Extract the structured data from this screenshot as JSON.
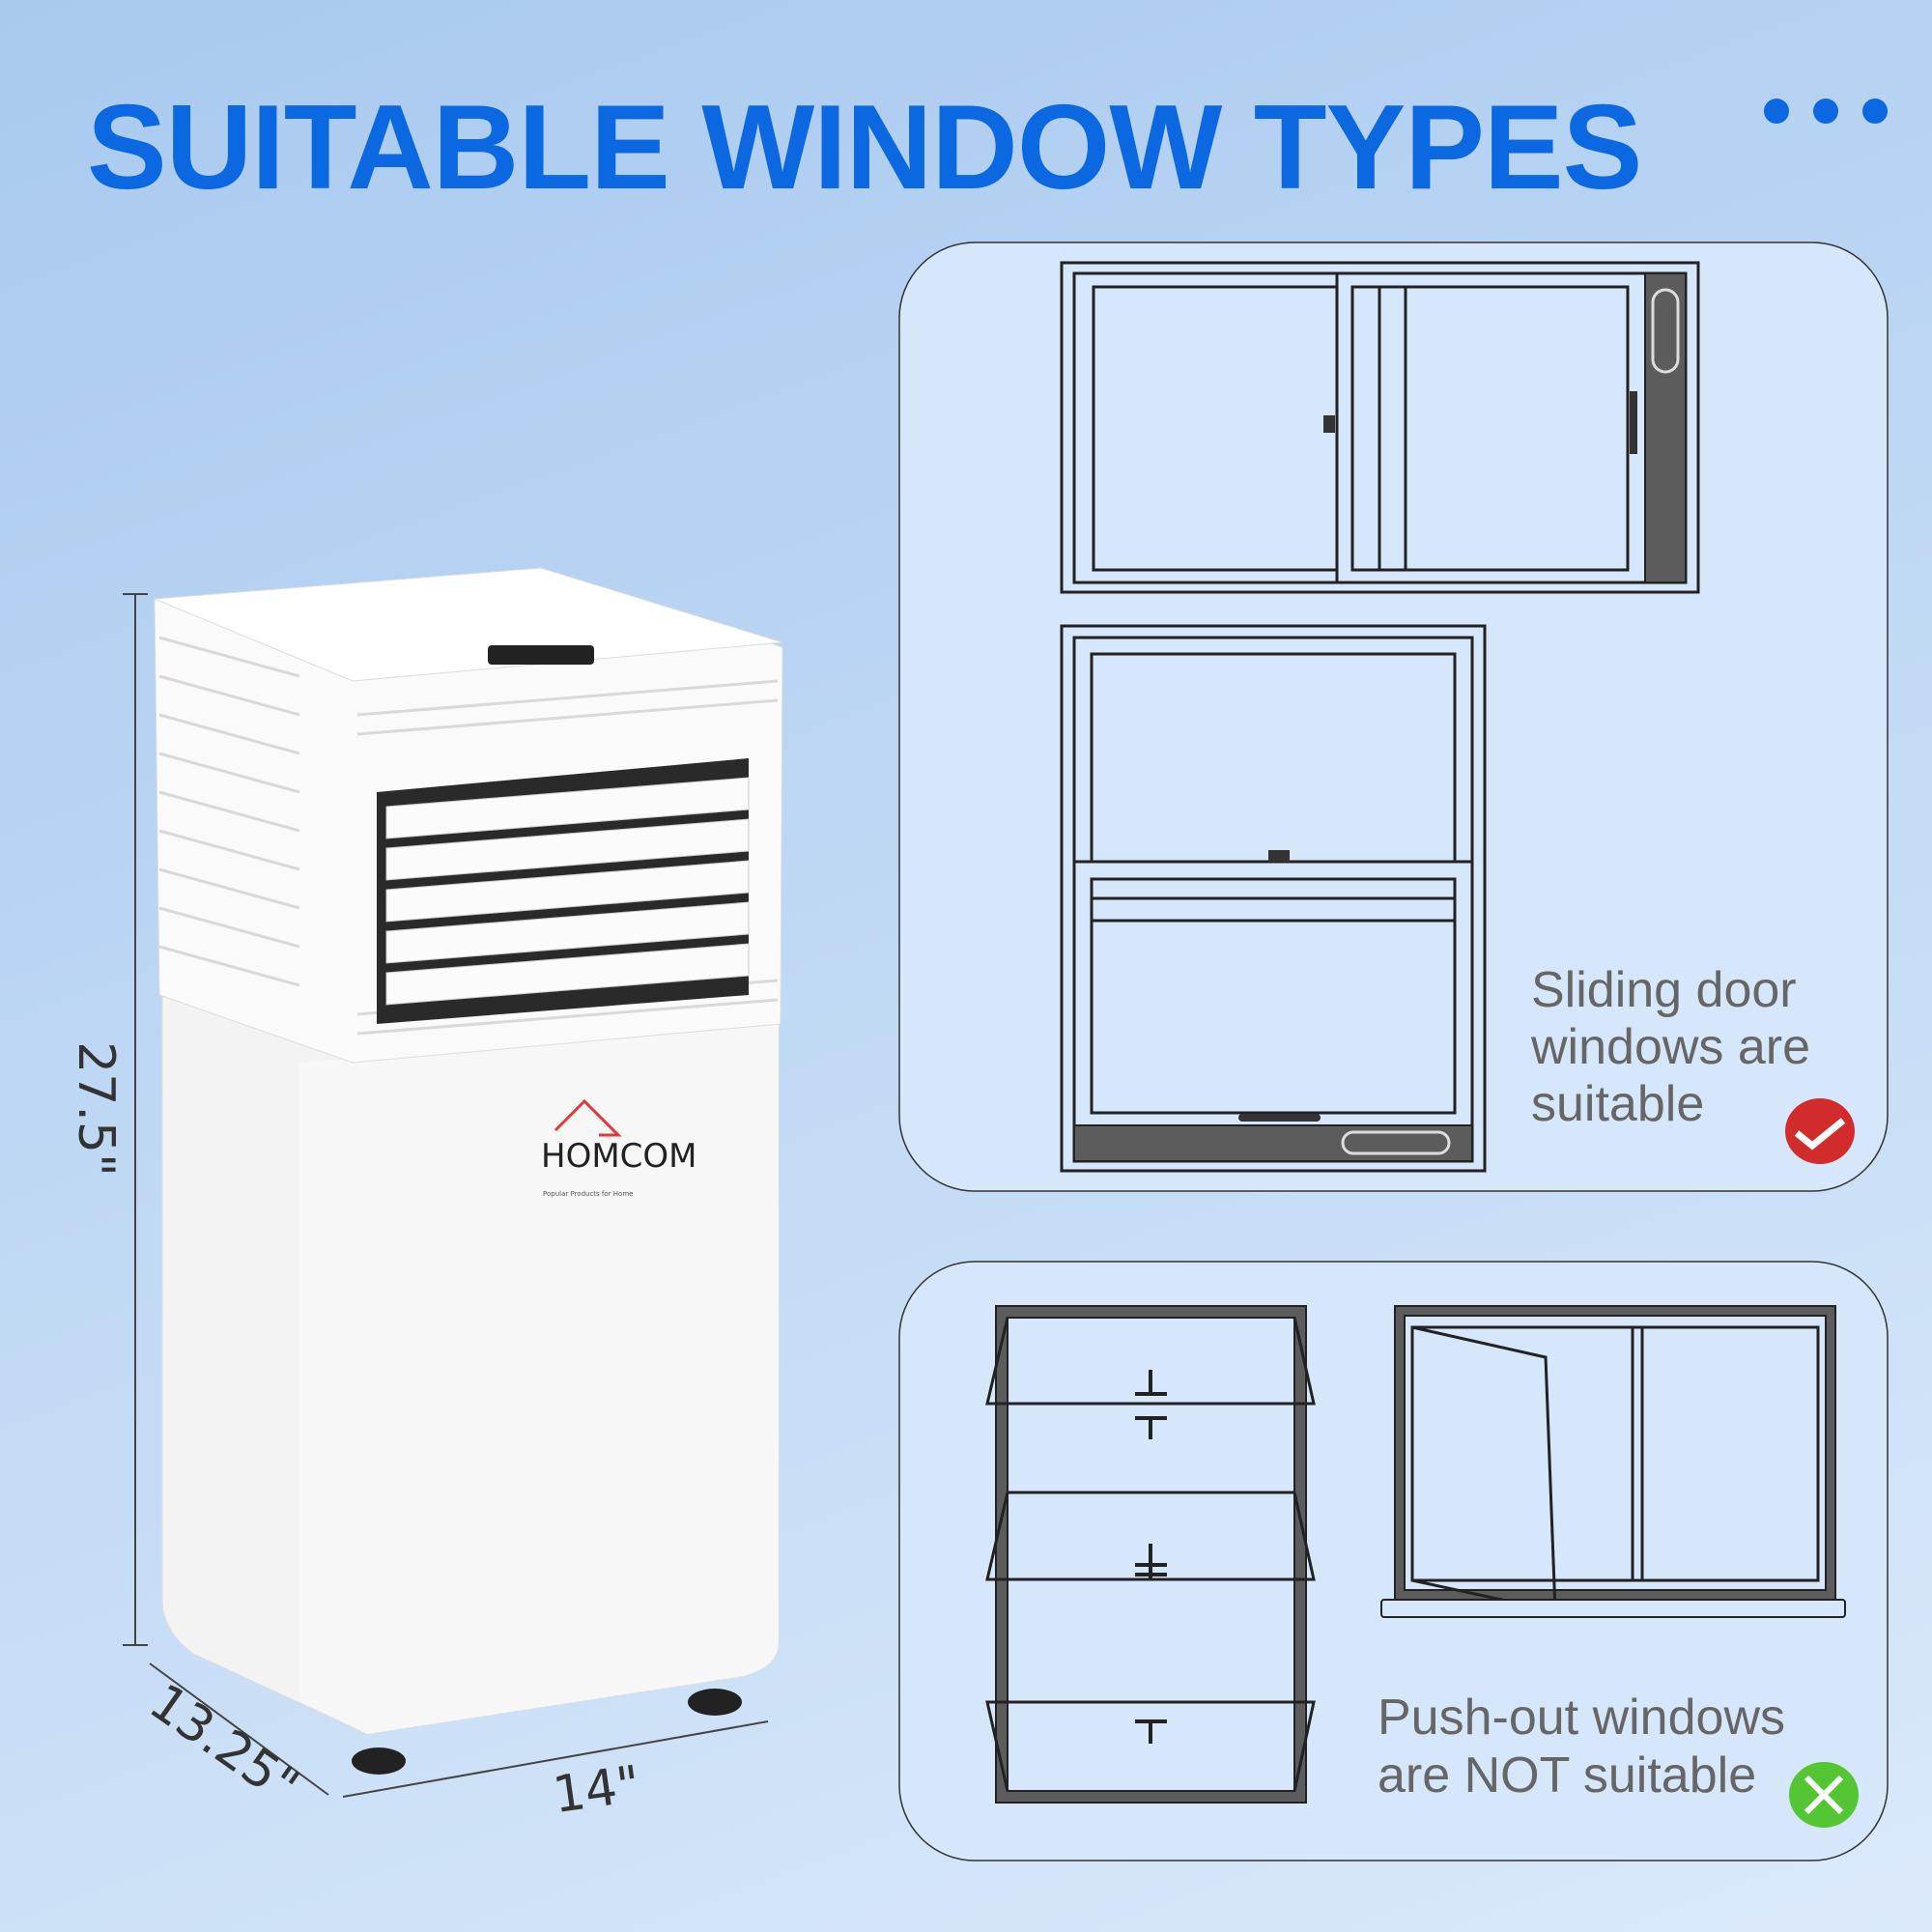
{
  "title": "SUITABLE WINDOW TYPES",
  "menu_icon": "three-dots-icon",
  "colors": {
    "title": "#0b68e0",
    "panel": "#d6e7fc",
    "check": "#d22b2b",
    "cross": "#55c633"
  },
  "product": {
    "brand": "HOMCOM",
    "brand_tagline": "Popular Products for Home",
    "dimensions": {
      "height": "27.5\"",
      "depth": "13.25\"",
      "width": "14\""
    }
  },
  "panels": [
    {
      "caption": [
        "Sliding door",
        "windows are",
        "suitable"
      ],
      "icon": "checkmark-icon"
    },
    {
      "caption": [
        "Push-out windows",
        "are NOT suitable"
      ],
      "icon": "cross-icon"
    }
  ]
}
